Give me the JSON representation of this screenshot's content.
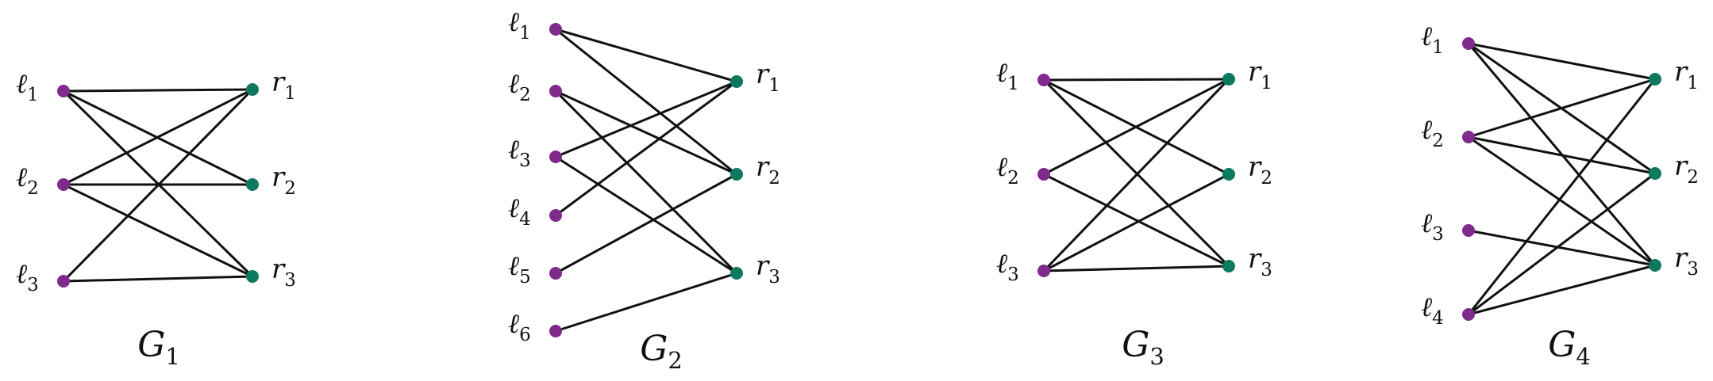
{
  "colors": {
    "left_vertex": "#7f2a8c",
    "right_vertex": "#0d7a5f",
    "edge": "#111111"
  },
  "graphs": [
    {
      "name": "G",
      "name_sub": "1",
      "left": [
        {
          "base": "ℓ",
          "sub": "1"
        },
        {
          "base": "ℓ",
          "sub": "2"
        },
        {
          "base": "ℓ",
          "sub": "3"
        }
      ],
      "right": [
        {
          "base": "r",
          "sub": "1"
        },
        {
          "base": "r",
          "sub": "2"
        },
        {
          "base": "r",
          "sub": "3"
        }
      ],
      "edges": [
        [
          1,
          1
        ],
        [
          1,
          2
        ],
        [
          1,
          3
        ],
        [
          2,
          1
        ],
        [
          2,
          2
        ],
        [
          2,
          3
        ],
        [
          3,
          1
        ],
        [
          3,
          3
        ]
      ]
    },
    {
      "name": "G",
      "name_sub": "2",
      "left": [
        {
          "base": "ℓ",
          "sub": "1"
        },
        {
          "base": "ℓ",
          "sub": "2"
        },
        {
          "base": "ℓ",
          "sub": "3"
        },
        {
          "base": "ℓ",
          "sub": "4"
        },
        {
          "base": "ℓ",
          "sub": "5"
        },
        {
          "base": "ℓ",
          "sub": "6"
        }
      ],
      "right": [
        {
          "base": "r",
          "sub": "1"
        },
        {
          "base": "r",
          "sub": "2"
        },
        {
          "base": "r",
          "sub": "3"
        }
      ],
      "edges": [
        [
          1,
          1
        ],
        [
          1,
          2
        ],
        [
          2,
          2
        ],
        [
          2,
          3
        ],
        [
          3,
          1
        ],
        [
          3,
          3
        ],
        [
          4,
          1
        ],
        [
          5,
          2
        ],
        [
          6,
          3
        ]
      ]
    },
    {
      "name": "G",
      "name_sub": "3",
      "left": [
        {
          "base": "ℓ",
          "sub": "1"
        },
        {
          "base": "ℓ",
          "sub": "2"
        },
        {
          "base": "ℓ",
          "sub": "3"
        }
      ],
      "right": [
        {
          "base": "r",
          "sub": "1"
        },
        {
          "base": "r",
          "sub": "2"
        },
        {
          "base": "r",
          "sub": "3"
        }
      ],
      "edges": [
        [
          1,
          1
        ],
        [
          1,
          2
        ],
        [
          1,
          3
        ],
        [
          2,
          1
        ],
        [
          2,
          3
        ],
        [
          3,
          1
        ],
        [
          3,
          2
        ],
        [
          3,
          3
        ]
      ]
    },
    {
      "name": "G",
      "name_sub": "4",
      "left": [
        {
          "base": "ℓ",
          "sub": "1"
        },
        {
          "base": "ℓ",
          "sub": "2"
        },
        {
          "base": "ℓ",
          "sub": "3"
        },
        {
          "base": "ℓ",
          "sub": "4"
        }
      ],
      "right": [
        {
          "base": "r",
          "sub": "1"
        },
        {
          "base": "r",
          "sub": "2"
        },
        {
          "base": "r",
          "sub": "3"
        }
      ],
      "edges": [
        [
          1,
          1
        ],
        [
          1,
          2
        ],
        [
          1,
          3
        ],
        [
          2,
          1
        ],
        [
          2,
          2
        ],
        [
          2,
          3
        ],
        [
          3,
          3
        ],
        [
          4,
          1
        ],
        [
          4,
          2
        ],
        [
          4,
          3
        ]
      ]
    }
  ]
}
